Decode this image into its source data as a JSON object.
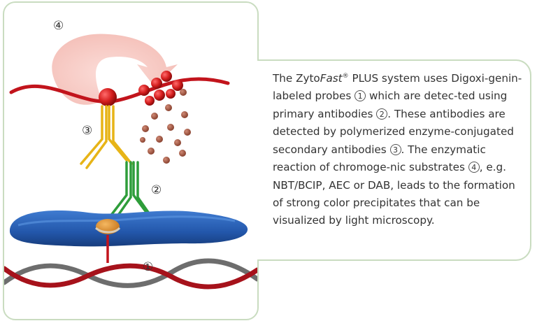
{
  "diagram": {
    "labels": [
      "④",
      "③",
      "②",
      "①"
    ]
  },
  "caption": {
    "p1": "The Zyto",
    "brand_italic": "Fast",
    "reg": "®",
    "p2": " PLUS system uses Digoxi-genin-labeled probes ",
    "n1": "1",
    "p3": " which are detec-ted using primary antibodies ",
    "n2": "2",
    "p4": ". These antibodies are detected by polymerized enzyme-conjugated secondary antibodies ",
    "n3": "3",
    "p5": ". The enzymatic reaction of chromoge-nic substrates ",
    "n4": "4",
    "p6": ", e.g. NBT/BCIP, AEC or DAB, leads to the formation of strong color precipitates that can be visualized by light microscopy."
  }
}
